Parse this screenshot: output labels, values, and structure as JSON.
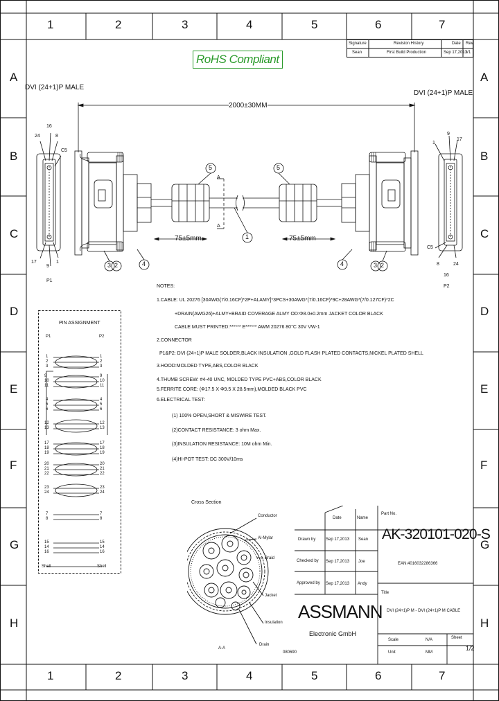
{
  "zones": {
    "cols": [
      "1",
      "2",
      "3",
      "4",
      "5",
      "6",
      "7"
    ],
    "rows": [
      "A",
      "B",
      "C",
      "D",
      "E",
      "F",
      "G",
      "H"
    ]
  },
  "revision": {
    "h1": "Signature",
    "h2": "Revision History",
    "h3": "Date",
    "h4": "Rev.",
    "r1": "Sean",
    "r2": "First Build Production",
    "r3": "Sep 17,2013",
    "r4": "V1"
  },
  "rohs": "RoHS Compliant",
  "connector_left": "DVI (24+1)P MALE",
  "connector_right": "DVI (24+1)P MALE",
  "length": "2000±30MM",
  "ferrite_dist_left": "75±5mm",
  "ferrite_dist_right": "75±5mm",
  "section_marker_a_top": "A",
  "section_marker_a_bottom": "A",
  "pins_left": {
    "p24": "24",
    "p16": "16",
    "p8": "8",
    "c5": "C5",
    "p17": "17",
    "p9": "9",
    "p1": "1",
    "label": "P1"
  },
  "pins_right": {
    "p1": "1",
    "p9": "9",
    "p17": "17",
    "c5": "C5",
    "p8": "8",
    "p24": "24",
    "p16": "16",
    "label": "P2"
  },
  "balloons": {
    "b1": "1",
    "b2": "2",
    "b3": "3",
    "b4": "4",
    "b5": "5"
  },
  "notes": {
    "title": "NOTES:",
    "l1": "1.CABLE: UL 20276 [30AWG(7/0.16CF)*2P+ALAMY]*3PCS+30AWG*(7/0.16CF)*9C+28AWG*(7/0.127CF)*2C",
    "l2": "+DRAIN(AWG26)+ALMY+BRAID COVERAGE ALMY OD:Φ8.0±0.2mm JACKET COLOR BLACK",
    "l3": "CABLE MUST PRINTED:****** E****** AWM 20276 80°C 30V VW-1",
    "l4": "2.CONNECTOR",
    "l5": "P1&P2: DVI (24+1)P MALE SOLDER,BLACK INSULATION ,GOLD FLASH PLATED CONTACTS,NICKEL PLATED SHELL",
    "l6": "3.HOOD:MOLDED TYPE,ABS,COLOR BLACK",
    "l7": "4.THUMB SCREW: #4-40 UNC, MOLDED TYPE PVC+ABS,COLOR BLACK",
    "l8": "5.FERRITE CORE: (Φ17.5 X Φ9.5 X 28.5mm),MOLDED BLACK PVC",
    "l9": "6.ELECTRICAL TEST:",
    "l10": "(1) 100% OPEN,SHORT & MISWIRE TEST.",
    "l11": "(2)CONTACT RESISTANCE: 3 ohm Max.",
    "l12": "(3)INSULATION RESISTANCE: 10M ohm Min.",
    "l13": "(4)HI-POT TEST: DC 300V/10ms"
  },
  "pin_assignment": {
    "title": "PIN ASSIGNMENT",
    "p1": "P1",
    "p2": "P2",
    "groups": [
      [
        "1",
        "2",
        "3"
      ],
      [
        "9",
        "10",
        "11"
      ],
      [
        "4",
        "5",
        "6"
      ],
      [
        "12",
        "13"
      ],
      [
        "17",
        "18",
        "19"
      ],
      [
        "20",
        "21",
        "22"
      ],
      [
        "23",
        "24"
      ],
      [
        "7",
        "8"
      ],
      [
        "15",
        "14",
        "16"
      ]
    ],
    "shell": "Shell"
  },
  "cross_section": {
    "title": "Cross Section",
    "conductor": "Conductor",
    "al_mylar": "Al-Mylar",
    "braid": "Braid",
    "jacket": "Jacket",
    "insulation": "Insulation",
    "drain": "Drain",
    "aa": "A-A"
  },
  "title_block": {
    "part_no_label": "Part No.",
    "part_no": "AK-320101-020-S",
    "ean": "EAN:4016032286366",
    "date_h": "Date",
    "name_h": "Name",
    "drawn_l": "Drawn by",
    "drawn_d": "Sep 17,2013",
    "drawn_n": "Sean",
    "checked_l": "Checked by",
    "checked_d": "Sep 17,2013",
    "checked_n": "Joe",
    "approved_l": "Approved by",
    "approved_d": "Sep 17,2013",
    "approved_n": "Andy",
    "title_l": "Title",
    "title": "DVI (24+1)P M - DVI (24+1)P M CABLE",
    "company": "ASSMANN",
    "company_sub": "Electronic GmbH",
    "scale_l": "Scale",
    "scale_v": "N/A",
    "sheet_l": "Sheet",
    "sheet_v": "1/2",
    "unit_l": "Unit",
    "unit_v": "MM",
    "form": "080690"
  }
}
